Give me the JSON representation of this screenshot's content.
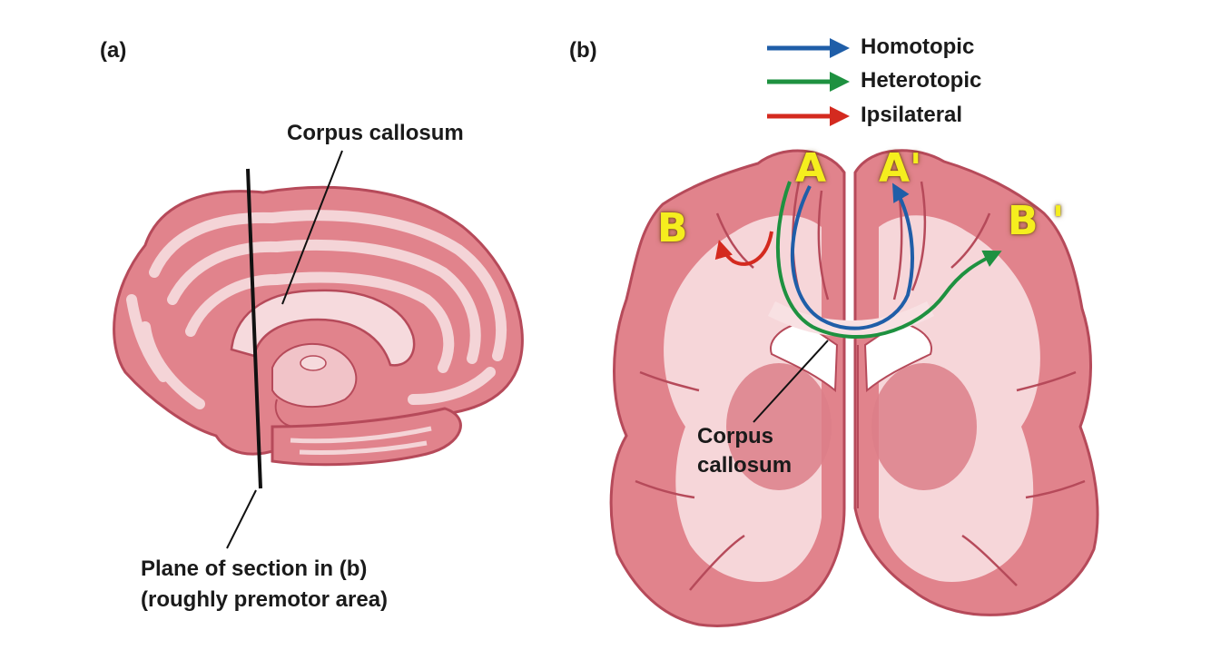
{
  "panels": {
    "a": {
      "label": "(a)"
    },
    "b": {
      "label": "(b)"
    }
  },
  "panel_a": {
    "corpus_callosum_label": "Corpus callosum",
    "plane_label_line1": "Plane of section in (b)",
    "plane_label_line2": "(roughly premotor area)"
  },
  "panel_b": {
    "corpus_callosum_line1": "Corpus",
    "corpus_callosum_line2": "callosum",
    "regions": {
      "A": "A",
      "A_prime": "A'",
      "B": "B",
      "B_prime": "B '"
    }
  },
  "legend": [
    {
      "label": "Homotopic",
      "color": "#1f5ea8"
    },
    {
      "label": "Heterotopic",
      "color": "#1e9140"
    },
    {
      "label": "Ipsilateral",
      "color": "#d42a1f"
    }
  ],
  "colors": {
    "cortex": "#e1838c",
    "cortex_outline": "#b64a5a",
    "white_matter": "#f6d6d9",
    "medial_gyri": "#f4d4d7",
    "label_yellow": "#f5ee1e"
  }
}
